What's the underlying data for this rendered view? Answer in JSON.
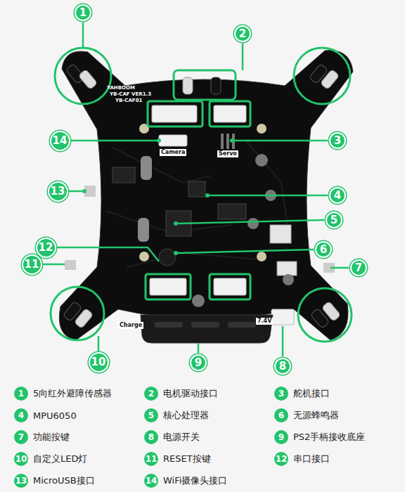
{
  "diagram": {
    "nodes": [
      {
        "text": [
          "1"
        ]
      },
      {
        "text": [
          "2"
        ]
      },
      {
        "text": [
          "3"
        ]
      },
      {
        "text": [
          "4"
        ]
      },
      {
        "text": [
          "5"
        ]
      },
      {
        "text": [
          "6"
        ]
      },
      {
        "text": [
          "7"
        ]
      },
      {
        "text": [
          "8"
        ]
      },
      {
        "text": [
          "9"
        ]
      },
      {
        "text": [
          "10"
        ]
      },
      {
        "text": [
          "11"
        ]
      },
      {
        "text": [
          "12"
        ]
      },
      {
        "text": [
          "13"
        ]
      },
      {
        "text": [
          "14"
        ]
      },
      {
        "text": [
          "1",
          "5向红外避障传感器"
        ]
      },
      {
        "text": [
          "2",
          "电机驱动接口"
        ]
      },
      {
        "text": [
          "3",
          "舵机接口"
        ]
      },
      {
        "text": [
          "4",
          "MPU6050"
        ]
      },
      {
        "text": [
          "5",
          "核心处理器"
        ]
      },
      {
        "text": [
          "6",
          "无源蜂鸣器"
        ]
      },
      {
        "text": [
          "7",
          "功能按键"
        ]
      },
      {
        "text": [
          "8",
          "电源开关"
        ]
      },
      {
        "text": [
          "9",
          "PS2手柄接收底座"
        ]
      },
      {
        "text": [
          "10",
          "自定义LED灯"
        ]
      },
      {
        "text": [
          "11",
          "RESET按键"
        ]
      },
      {
        "text": [
          "12",
          "串口接口"
        ]
      },
      {
        "text": [
          "13",
          "MicroUSB接口"
        ]
      },
      {
        "text": [
          "14",
          "WiFi摄像头接口"
        ]
      }
    ],
    "labels": [
      "YAHBOOM",
      "YB-CAF VER1.3",
      "YB-CAF01",
      "Camera",
      "Servo",
      "Charge",
      "7.4V"
    ]
  }
}
